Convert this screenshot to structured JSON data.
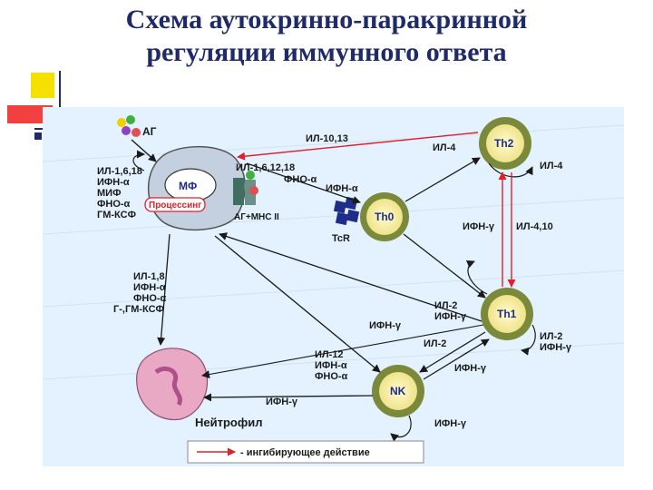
{
  "title": {
    "line1": "Схема аутокринно-паракринной",
    "line2": "регуляции иммунного ответа"
  },
  "colors": {
    "title": "#1f2a6b",
    "background": "#e4f2ff",
    "cell_ring": "#7a8a3a",
    "cell_fill": "#f7f1a6",
    "inhibit": "#e0202a",
    "arrow": "#1a1a1a",
    "neutrophil": "#e9a8c4",
    "tcr": "#1e2d8a"
  },
  "diagram": {
    "antigen_label": "АГ",
    "mf_label": "МФ",
    "process_label": "Процессинг",
    "ag_mhc_label": "АГ+МНС II",
    "th0_label": "Th0",
    "tcr_label": "TcR",
    "th2_label": "Th2",
    "th1_label": "Th1",
    "nk_label": "NK",
    "neutrophil_label": "Нейтрофил",
    "mf_left_cytokines": [
      "ИЛ-1,6,18",
      "ИФН-α",
      "МИФ",
      "ФНО-α",
      "ГМ-КСФ"
    ],
    "mf_right_cytokines": "ИЛ-1,6,12,18",
    "fno_label": "ФНО-α",
    "ifn_a_label": "ИФН-α",
    "il10_13": "ИЛ-10,13",
    "th2_il4_top": "ИЛ-4",
    "th2_il4_right": "ИЛ-4",
    "th0_ifn_g": "ИФН-γ",
    "th2_il4_10": "ИЛ-4,10",
    "neut_cytokines": [
      "ИЛ-1,8",
      "ИФН-α",
      "ФНО-α",
      "Г-,ГМ-КСФ"
    ],
    "th1_il2_ifn": [
      "ИЛ-2",
      "ИФН-γ"
    ],
    "th1_right": [
      "ИЛ-2",
      "ИФН-γ"
    ],
    "ifn_g_to_mf": "ИФН-γ",
    "nk_in": [
      "ИЛ-12",
      "ИФН-α",
      "ФНО-α"
    ],
    "il2_to_nk": "ИЛ-2",
    "ifn_g_nk_th1": "ИФН-γ",
    "ifn_g_nk_neut": "ИФН-γ",
    "nk_self": "ИФН-γ",
    "legend_text": "- ингибирующее действие"
  }
}
